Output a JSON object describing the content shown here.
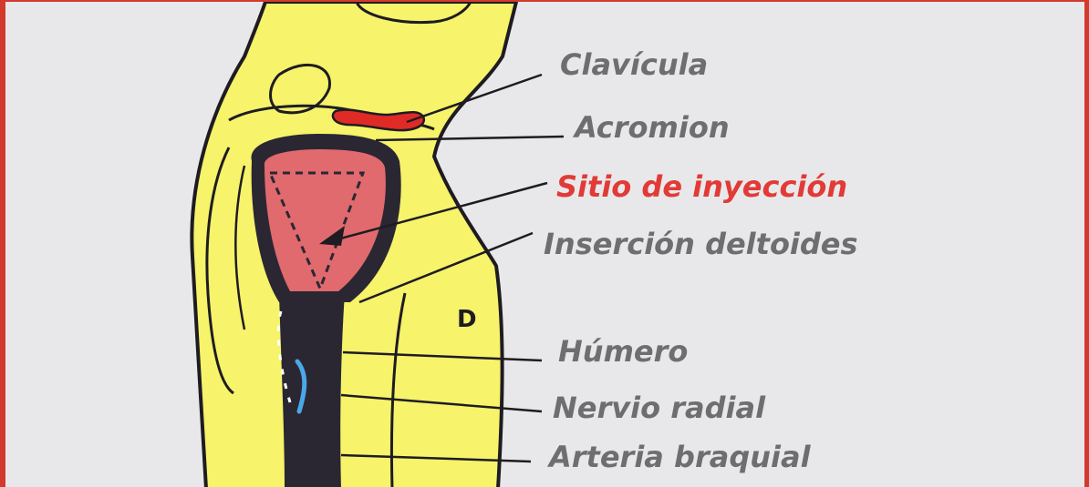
{
  "diagram": {
    "labels": {
      "clavicula": "Clavícula",
      "acromion": "Acromion",
      "sitio": "Sitio de inyección",
      "insercion": "Inserción deltoides",
      "humero": "Húmero",
      "nervio": "Nervio radial",
      "arteria": "Arteria braquial"
    },
    "region_mark": "D"
  },
  "colors": {
    "background": "#e8e8ea",
    "frame": "#d23a2e",
    "skin": "#f7f36a",
    "bone": "#2a2733",
    "injection_site": "#e06a6e",
    "clavicle": "#e02a26",
    "label_text": "#6e6e70",
    "highlight_text": "#e23a36",
    "nerve": "#4aa8e8"
  }
}
